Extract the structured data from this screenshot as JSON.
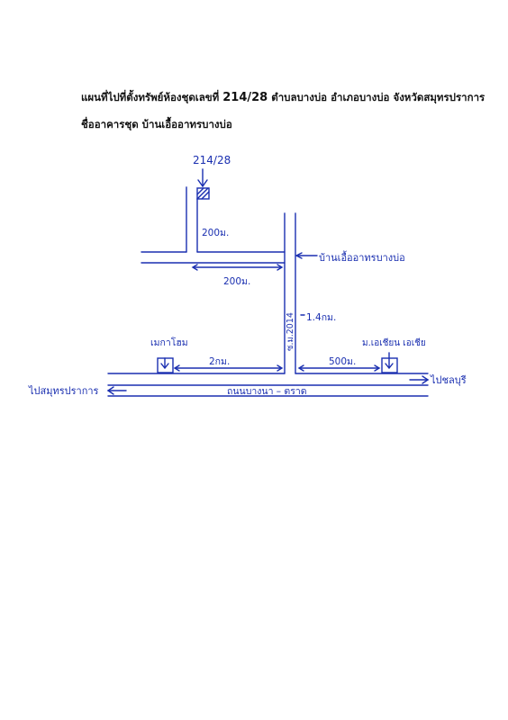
{
  "header": {
    "title_prefix": "แผนที่ไปที่ตั้งทรัพย์ห้องชุดเลขที่",
    "title_number": "214/28",
    "title_suffix": "ตำบลบางบ่อ อำเภอบางบ่อ จังหวัดสมุทรปราการ",
    "building_line": "ชื่ออาคารชุด บ้านเอื้ออาทรบางบ่อ"
  },
  "map": {
    "ink_color": "#1a2fb0",
    "unit_label": "214/28",
    "upper_lane_distance": "200ม.",
    "building_label": "บ้านเอื้ออาทรบางบ่อ",
    "cross_road_distance": "200ม.",
    "soi_name": "ซ.ม.2014",
    "soi_distance": "1.4กม.",
    "left_landmark": "เมกาโฮม",
    "left_distance": "2กม.",
    "right_landmark": "ม.เอเชียน เอเชีย",
    "right_distance": "500ม.",
    "main_road": "ถนนบางนา – ตราด",
    "to_left": "ไปสมุทรปราการ",
    "to_right": "ไปชลบุรี"
  }
}
